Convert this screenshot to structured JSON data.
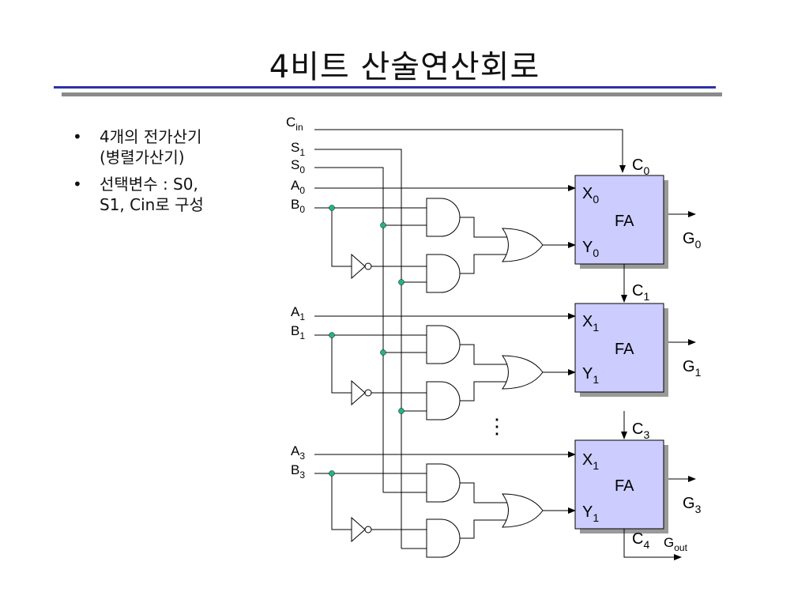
{
  "title": "4비트 산술연산회로",
  "bullets": [
    {
      "text": "4개의 전가산기\n(병렬가산기)"
    },
    {
      "text": "선택변수 : S0,\nS1, Cin로 구성"
    }
  ],
  "diagram": {
    "inputs": {
      "cin": {
        "base": "C",
        "sub": "in"
      },
      "s1": {
        "base": "S",
        "sub": "1"
      },
      "s0": {
        "base": "S",
        "sub": "0"
      },
      "a0": {
        "base": "A",
        "sub": "0"
      },
      "b0": {
        "base": "B",
        "sub": "0"
      },
      "a1": {
        "base": "A",
        "sub": "1"
      },
      "b1": {
        "base": "B",
        "sub": "1"
      },
      "a3": {
        "base": "A",
        "sub": "3"
      },
      "b3": {
        "base": "B",
        "sub": "3"
      }
    },
    "adders": [
      {
        "name": "FA",
        "x": {
          "base": "X",
          "sub": "0"
        },
        "y": {
          "base": "Y",
          "sub": "0"
        },
        "g": {
          "base": "G",
          "sub": "0"
        },
        "cin": {
          "base": "C",
          "sub": "0"
        }
      },
      {
        "name": "FA",
        "x": {
          "base": "X",
          "sub": "1"
        },
        "y": {
          "base": "Y",
          "sub": "1"
        },
        "g": {
          "base": "G",
          "sub": "1"
        },
        "cin": {
          "base": "C",
          "sub": "1"
        }
      },
      {
        "name": "FA",
        "x": {
          "base": "X",
          "sub": "1"
        },
        "y": {
          "base": "Y",
          "sub": "1"
        },
        "g": {
          "base": "G",
          "sub": "3"
        },
        "cin": {
          "base": "C",
          "sub": "3"
        }
      }
    ],
    "cout": {
      "base": "C",
      "sub": "4"
    },
    "gout": {
      "base": "G",
      "sub": "out"
    },
    "ellipsis": "⋮",
    "colors": {
      "fa_fill": "#ccccff",
      "fa_shadow": "#9a9a9a",
      "junction": "#1fb48a",
      "wire": "#000000"
    }
  }
}
